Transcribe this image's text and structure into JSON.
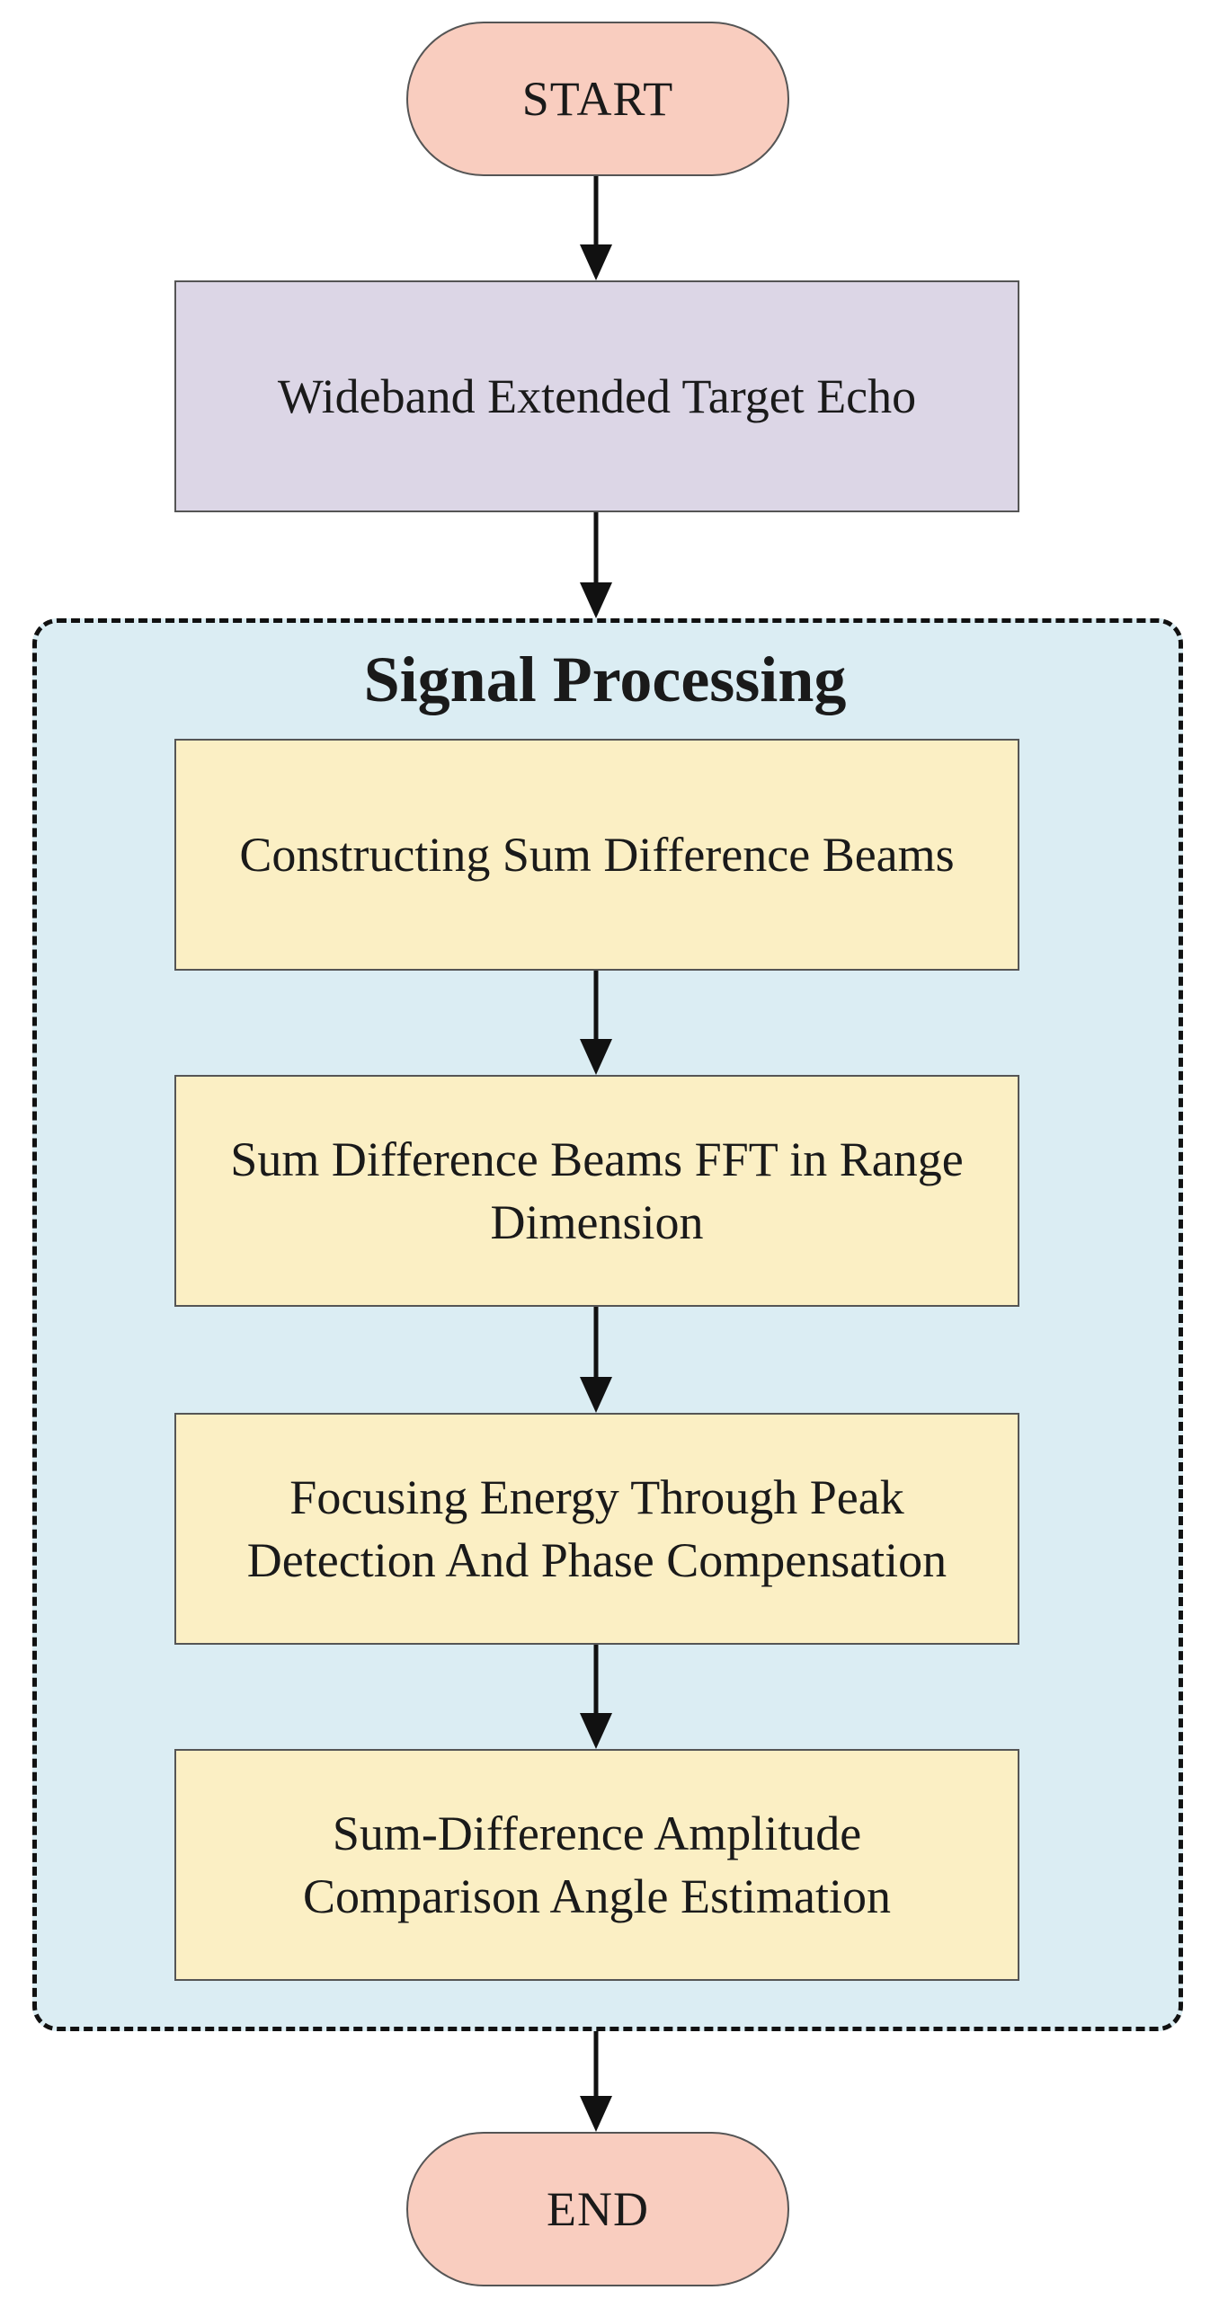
{
  "nodes": {
    "start": "START",
    "echo": "Wideband Extended Target Echo",
    "group_title": "Signal Processing",
    "step1": "Constructing Sum Difference Beams",
    "step2_line1": "Sum Difference Beams FFT in Range",
    "step2_line2": "Dimension",
    "step3_line1": "Focusing Energy Through Peak",
    "step3_line2": "Detection And Phase Compensation",
    "step4_line1": "Sum-Difference Amplitude",
    "step4_line2": "Comparison Angle Estimation",
    "end": "END"
  },
  "colors": {
    "terminal_fill": "#f9cdbf",
    "echo_fill": "#dcd6e6",
    "group_fill": "#dbedf3",
    "step_fill": "#fbefc4",
    "arrow": "#111111"
  }
}
